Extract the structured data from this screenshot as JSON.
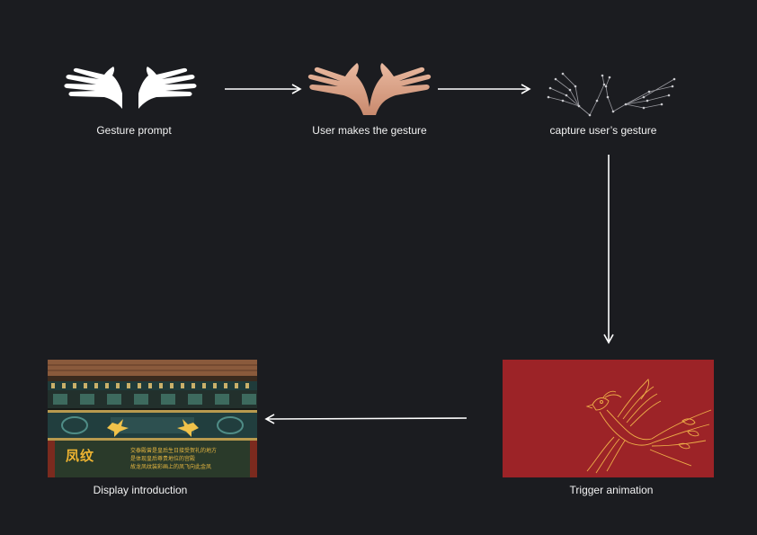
{
  "steps": [
    {
      "label": "Gesture prompt"
    },
    {
      "label": "User makes the gesture"
    },
    {
      "label": "capture user’s gesture"
    },
    {
      "label": "Trigger animation"
    },
    {
      "label": "Display introduction"
    }
  ],
  "introduction_panel": {
    "title": "凤纹",
    "caption_lines": [
      "交泰殿曾是皇后生日接受贺礼的地方",
      "是体现皇后尊贵地位的宫殿",
      "故龙凤纹装彩画上的凤飞向此金凤"
    ]
  },
  "colors": {
    "background": "#1b1c20",
    "text": "#f2f2f2",
    "arrow": "#ffffff",
    "animation_panel": "#9c2327",
    "phoenix_line": "#f2b64a"
  }
}
